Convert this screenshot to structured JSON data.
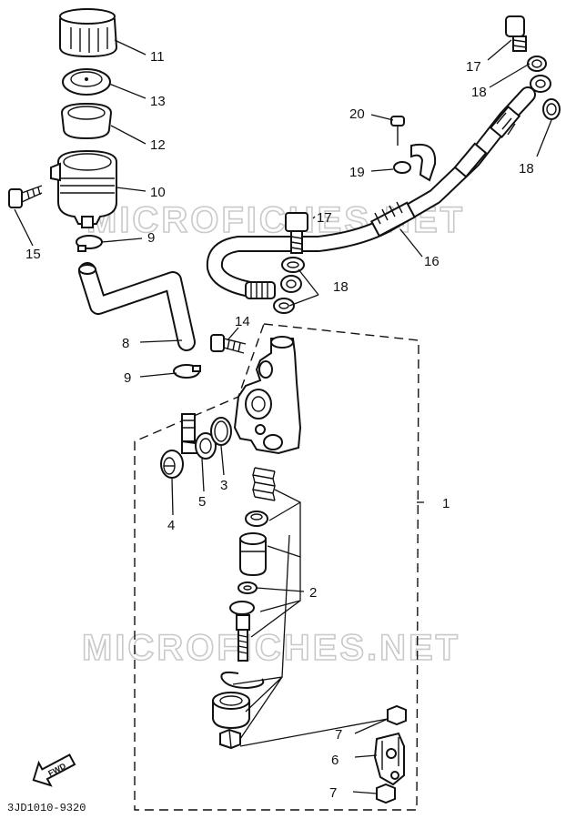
{
  "diagram_code": "3JD1010-9320",
  "watermark": "MICROFICHES.NET",
  "fwd_label": "FWD",
  "callouts": [
    {
      "id": "11",
      "text": "11"
    },
    {
      "id": "13",
      "text": "13"
    },
    {
      "id": "12",
      "text": "12"
    },
    {
      "id": "10",
      "text": "10"
    },
    {
      "id": "15",
      "text": "15"
    },
    {
      "id": "9a",
      "text": "9"
    },
    {
      "id": "8",
      "text": "8"
    },
    {
      "id": "9b",
      "text": "9"
    },
    {
      "id": "14",
      "text": "14"
    },
    {
      "id": "4",
      "text": "4"
    },
    {
      "id": "5",
      "text": "5"
    },
    {
      "id": "3",
      "text": "3"
    },
    {
      "id": "17a",
      "text": "17"
    },
    {
      "id": "18a",
      "text": "18"
    },
    {
      "id": "20",
      "text": "20"
    },
    {
      "id": "19",
      "text": "19"
    },
    {
      "id": "18b",
      "text": "18"
    },
    {
      "id": "17b",
      "text": "17"
    },
    {
      "id": "16",
      "text": "16"
    },
    {
      "id": "18c",
      "text": "18"
    },
    {
      "id": "1",
      "text": "1"
    },
    {
      "id": "2",
      "text": "2"
    },
    {
      "id": "7a",
      "text": "7"
    },
    {
      "id": "6",
      "text": "6"
    },
    {
      "id": "7b",
      "text": "7"
    }
  ]
}
